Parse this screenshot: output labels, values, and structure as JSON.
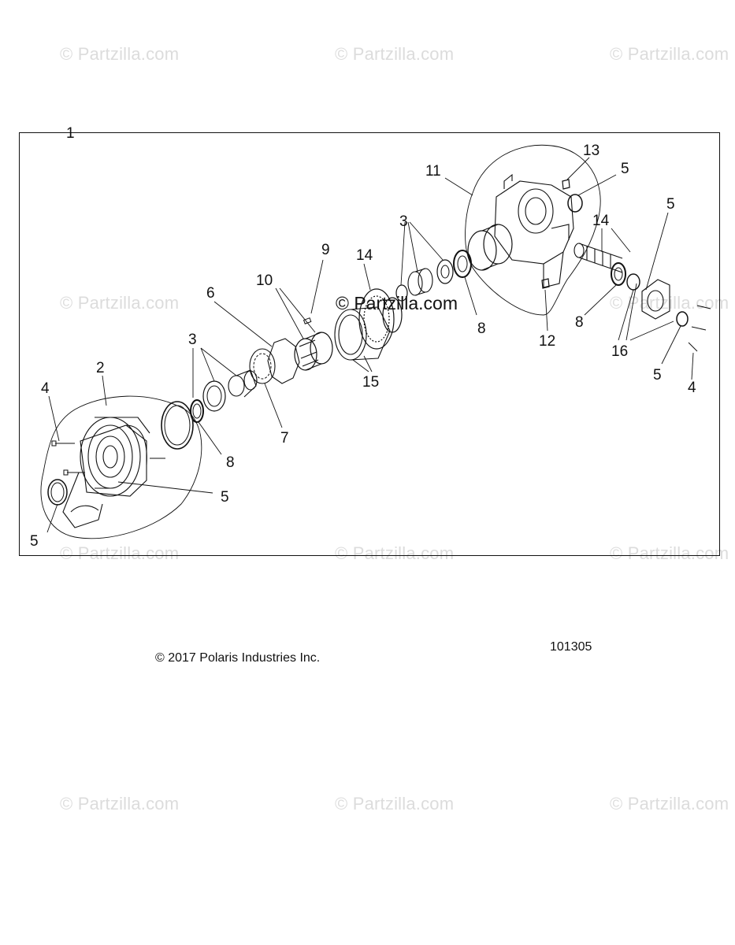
{
  "watermarks": {
    "text": "© Partzilla.com",
    "center_text": "© Partzilla.com"
  },
  "callouts": {
    "c1": "1",
    "c2": "2",
    "c3a": "3",
    "c3b": "3",
    "c4a": "4",
    "c4b": "4",
    "c5a": "5",
    "c5b": "5",
    "c5c": "5",
    "c5d": "5",
    "c5e": "5",
    "c6": "6",
    "c7": "7",
    "c8a": "8",
    "c8b": "8",
    "c8c": "8",
    "c9": "9",
    "c10": "10",
    "c11": "11",
    "c12": "12",
    "c13": "13",
    "c14a": "14",
    "c14b": "14",
    "c15": "15",
    "c16": "16"
  },
  "footer": {
    "copyright": "© 2017 Polaris Industries Inc.",
    "diagram_number": "101305"
  },
  "colors": {
    "line": "#111111",
    "watermark": "#dcdcdc",
    "background": "#ffffff"
  }
}
